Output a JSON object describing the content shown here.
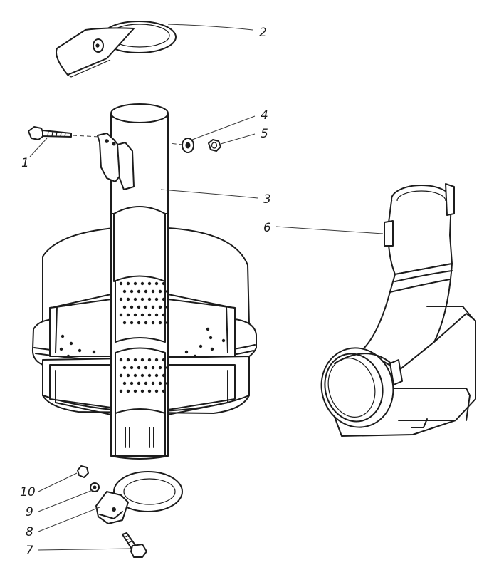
{
  "callouts": [
    {
      "id": "1",
      "label": "1"
    },
    {
      "id": "2",
      "label": "2"
    },
    {
      "id": "3",
      "label": "3"
    },
    {
      "id": "4",
      "label": "4"
    },
    {
      "id": "5",
      "label": "5"
    },
    {
      "id": "6",
      "label": "6"
    },
    {
      "id": "7",
      "label": "7"
    },
    {
      "id": "8",
      "label": "8"
    },
    {
      "id": "9",
      "label": "9"
    },
    {
      "id": "10",
      "label": "10"
    }
  ],
  "colors": {
    "ink": "#1c1c1c",
    "paper": "#ffffff"
  }
}
